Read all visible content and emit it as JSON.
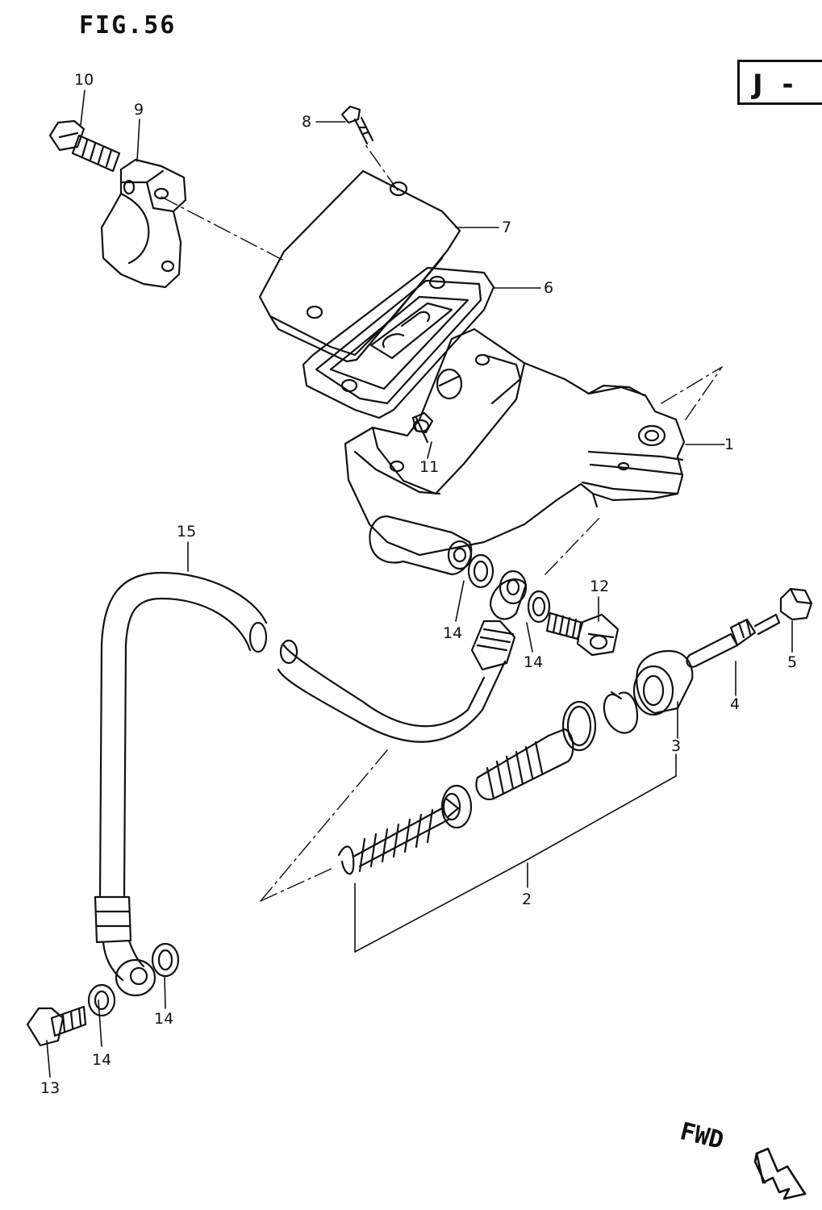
{
  "figure": {
    "title": "FIG.56",
    "model_code": "J -",
    "direction_label": "FWD"
  },
  "callouts": [
    "1",
    "2",
    "3",
    "4",
    "5",
    "6",
    "7",
    "8",
    "9",
    "10",
    "11",
    "12",
    "13",
    "14",
    "14",
    "14",
    "14",
    "15"
  ]
}
